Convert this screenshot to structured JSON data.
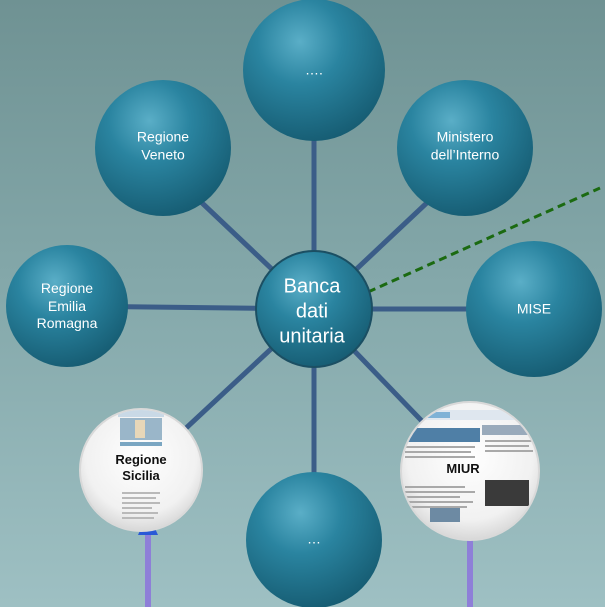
{
  "diagram": {
    "center": {
      "lines": [
        "Banca",
        "dati",
        "unitaria"
      ]
    },
    "nodes": {
      "top": {
        "lines": [
          "…."
        ]
      },
      "regione_veneto": {
        "lines": [
          "Regione",
          "Veneto"
        ]
      },
      "ministero_interno": {
        "lines": [
          "Ministero",
          "dell’Interno"
        ]
      },
      "regione_emilia": {
        "lines": [
          "Regione",
          "Emilia",
          "Romagna"
        ]
      },
      "mise": {
        "lines": [
          "MISE"
        ]
      },
      "regione_sicilia": {
        "lines": [
          "Regione",
          "Sicilia"
        ]
      },
      "bottom": {
        "lines": [
          "…"
        ]
      },
      "miur": {
        "lines": [
          "MIUR"
        ]
      }
    }
  },
  "colors": {
    "node_fill": "#1f7088",
    "node_highlight": "#4aa3bd",
    "connector": "#3b5d88",
    "dashed_line": "#1b6a11",
    "arrow": "#8e7fd8",
    "arrow_head": "#2a59d6",
    "background_top": "#6f9293",
    "background_bottom": "#9ec0c3"
  }
}
